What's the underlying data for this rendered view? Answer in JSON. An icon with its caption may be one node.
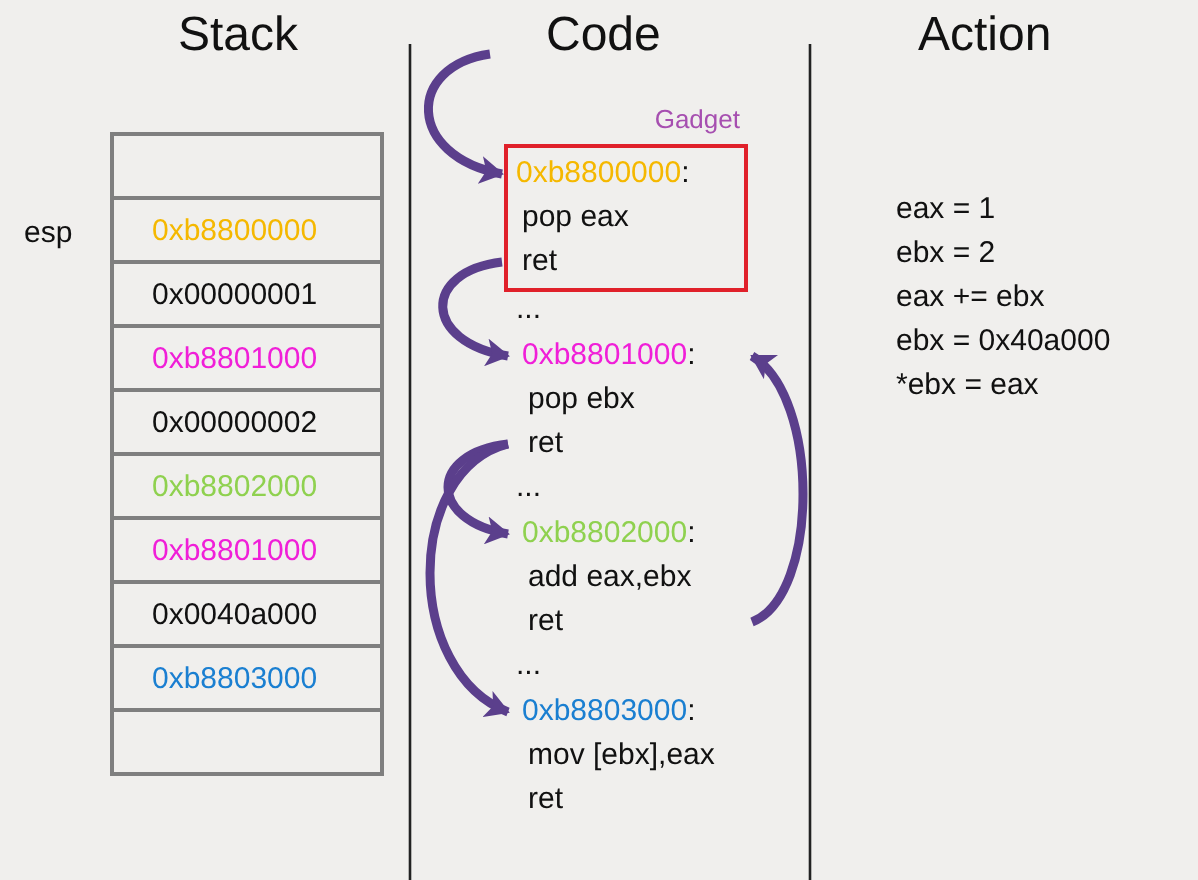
{
  "diagram": {
    "nodes": [
      {
        "text": [
          "Gadget",
          "0xb8800000:",
          "pop eax",
          "ret"
        ]
      },
      {
        "text": [
          "0xb8801000:",
          "pop ebx",
          "ret"
        ]
      },
      {
        "text": [
          "0xb8802000:",
          "add eax,ebx",
          "ret"
        ]
      },
      {
        "text": [
          "0xb8803000:",
          "mov [ebx],eax",
          "ret"
        ]
      }
    ],
    "edges": [
      {
        "from": null,
        "to": 0,
        "arrow": "to"
      },
      {
        "from": 0,
        "to": 1,
        "arrow": "to"
      },
      {
        "from": 1,
        "to": 2,
        "arrow": "to"
      },
      {
        "from": 1,
        "to": 3,
        "arrow": "to"
      },
      {
        "from": 2,
        "to": 1,
        "arrow": "to"
      }
    ],
    "labels": [
      "Stack",
      "Code",
      "Action",
      "esp",
      "0xb8800000",
      "0x00000001",
      "0xb8801000",
      "0x00000002",
      "0xb8802000",
      "0xb8801000",
      "0x0040a000",
      "0xb8803000",
      "...",
      "...",
      "...",
      "eax = 1",
      "ebx = 2",
      "eax += ebx",
      "ebx = 0x40a000",
      "*ebx = eax"
    ]
  }
}
